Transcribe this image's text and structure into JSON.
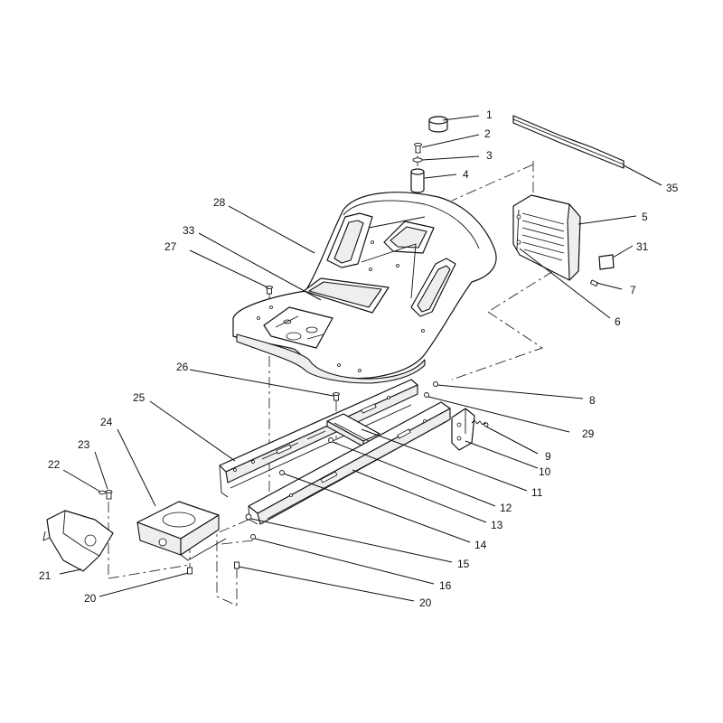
{
  "diagram": {
    "callouts": {
      "c1": "1",
      "c2": "2",
      "c3": "3",
      "c4": "4",
      "c5": "5",
      "c6": "6",
      "c7": "7",
      "c8": "8",
      "c9": "9",
      "c10": "10",
      "c11": "11",
      "c12": "12",
      "c13": "13",
      "c14": "14",
      "c15": "15",
      "c16": "16",
      "c20a": "20",
      "c20b": "20",
      "c21": "21",
      "c22": "22",
      "c23": "23",
      "c24": "24",
      "c25": "25",
      "c26": "26",
      "c27": "27",
      "c28": "28",
      "c29": "29",
      "c31": "31",
      "c33": "33",
      "c35": "35"
    }
  }
}
